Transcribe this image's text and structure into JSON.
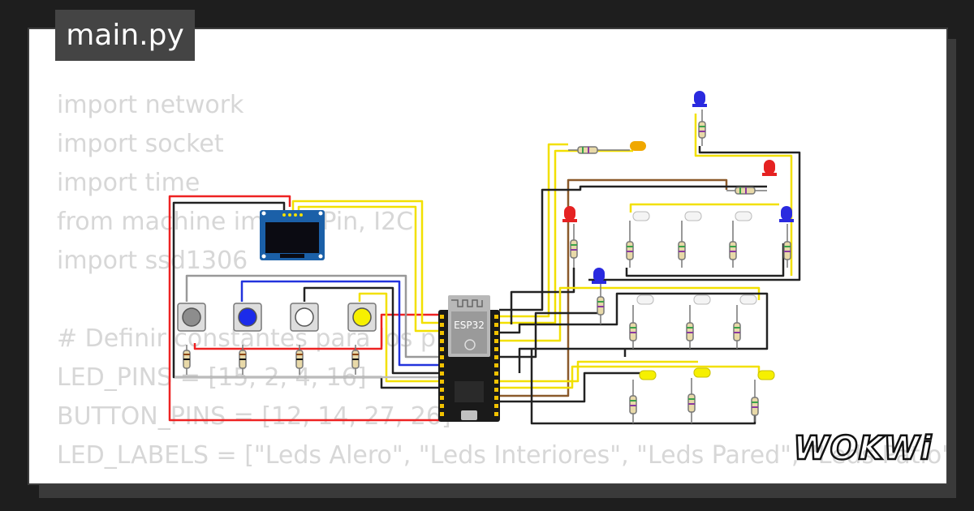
{
  "file_tab": {
    "label": "main.py"
  },
  "code_lines": [
    "import network",
    "import socket",
    "import time",
    "from machine import Pin, I2C",
    "import ssd1306",
    "",
    "# Definir constantes para los pines",
    "LED_PINS = [15, 2, 4, 16]",
    "BUTTON_PINS = [12, 14, 27, 26]",
    "LED_LABELS = [\"Leds Alero\", \"Leds Interiores\", \"Leds Pared\", \"Leds Patio\"]"
  ],
  "board": {
    "label": "ESP32"
  },
  "brand": {
    "logo_text": "WOKWi"
  },
  "colors": {
    "wire_red": "#ee2222",
    "wire_yellow": "#f2e000",
    "wire_blue": "#2233dd",
    "wire_black": "#222222",
    "wire_brown": "#8b5a2b",
    "wire_gray": "#999999",
    "led_blue": "#2a2adf",
    "led_red": "#e52222",
    "led_orange": "#f0a800",
    "led_white": "#f4f4f4",
    "led_yellow": "#f6f000"
  },
  "icons": [
    "oled-display-icon",
    "esp32-board-icon",
    "pushbutton-icon",
    "resistor-icon",
    "led-icon",
    "wokwi-logo"
  ]
}
